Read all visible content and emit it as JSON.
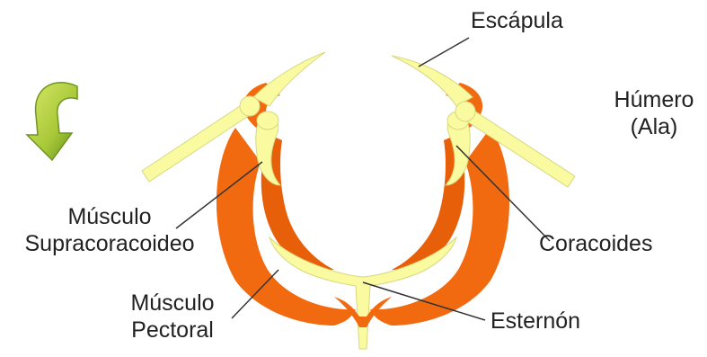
{
  "labels": {
    "escapula": "Escápula",
    "humero_line1": "Húmero",
    "humero_line2": "(Ala)",
    "supracoracoideo_line1": "Músculo",
    "supracoracoideo_line2": "Supracoracoideo",
    "coracoides": "Coracoides",
    "pectoral_line1": "Músculo",
    "pectoral_line2": "Pectoral",
    "esternon": "Esternón"
  },
  "colors": {
    "muscle": "#f26a10",
    "muscle_dark": "#d9540a",
    "bone": "#fafaa0",
    "bone_outline": "#d8d880",
    "arrow_light": "#c8dc50",
    "arrow_dark": "#6e9620",
    "leader_line": "#333333",
    "text": "#222222"
  },
  "icons": {
    "rotation_arrow": "curved-arrow-icon"
  }
}
